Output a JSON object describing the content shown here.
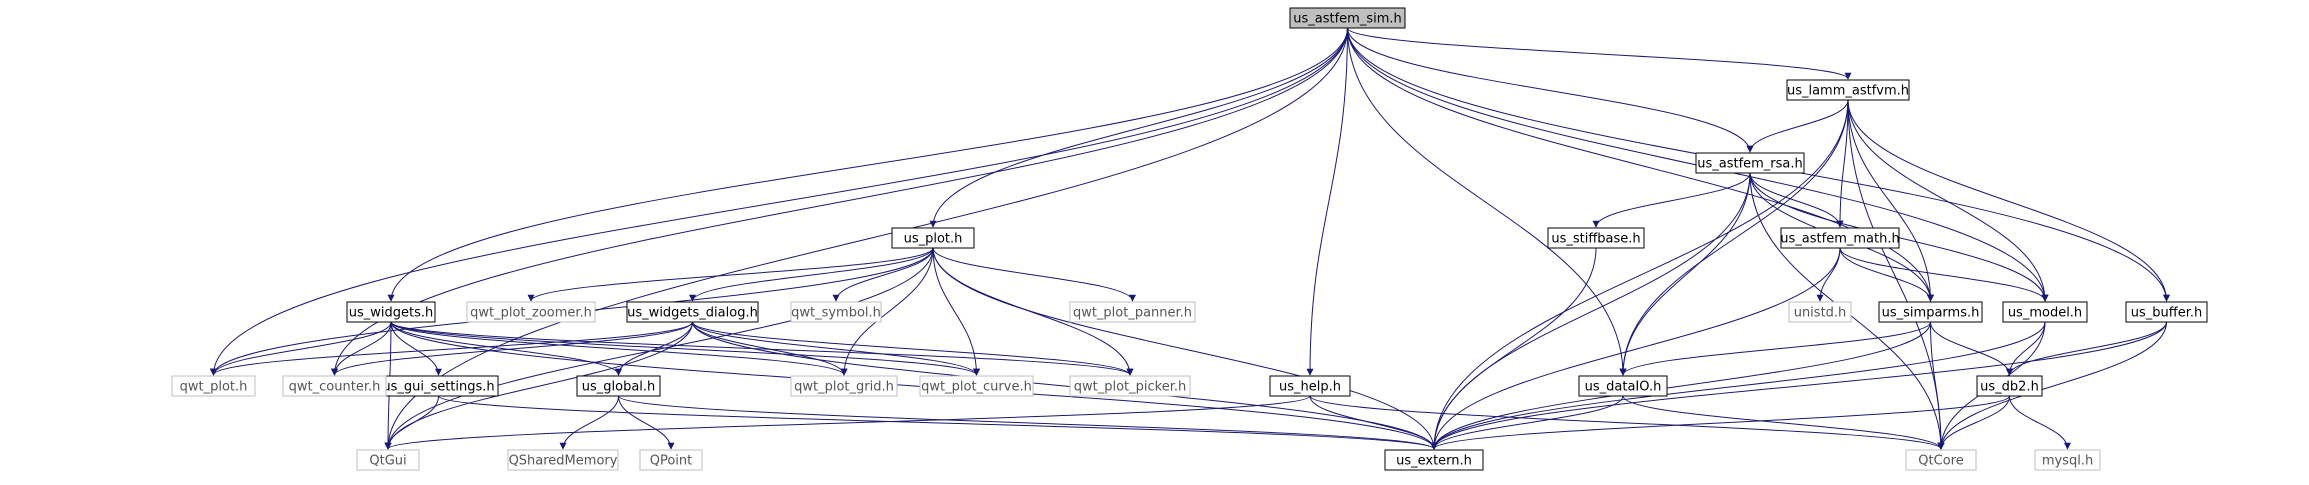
{
  "graph": {
    "root": "us_astfem_sim.h",
    "nodes": [
      {
        "id": "us_astfem_sim",
        "label": "us_astfem_sim.h",
        "kind": "root"
      },
      {
        "id": "us_lamm_astfvm",
        "label": "us_lamm_astfvm.h",
        "kind": "local"
      },
      {
        "id": "us_astfem_rsa",
        "label": "us_astfem_rsa.h",
        "kind": "local"
      },
      {
        "id": "us_stiffbase",
        "label": "us_stiffbase.h",
        "kind": "local"
      },
      {
        "id": "us_astfem_math",
        "label": "us_astfem_math.h",
        "kind": "local"
      },
      {
        "id": "unistd",
        "label": "unistd.h",
        "kind": "external"
      },
      {
        "id": "us_simparms",
        "label": "us_simparms.h",
        "kind": "local"
      },
      {
        "id": "us_model",
        "label": "us_model.h",
        "kind": "local"
      },
      {
        "id": "us_buffer",
        "label": "us_buffer.h",
        "kind": "local"
      },
      {
        "id": "us_plot",
        "label": "us_plot.h",
        "kind": "local"
      },
      {
        "id": "us_widgets",
        "label": "us_widgets.h",
        "kind": "local"
      },
      {
        "id": "qwt_plot_zoomer",
        "label": "qwt_plot_zoomer.h",
        "kind": "external"
      },
      {
        "id": "us_widgets_dialog",
        "label": "us_widgets_dialog.h",
        "kind": "local"
      },
      {
        "id": "qwt_symbol",
        "label": "qwt_symbol.h",
        "kind": "external"
      },
      {
        "id": "qwt_plot_panner",
        "label": "qwt_plot_panner.h",
        "kind": "external"
      },
      {
        "id": "us_help",
        "label": "us_help.h",
        "kind": "local"
      },
      {
        "id": "us_dataIO",
        "label": "us_dataIO.h",
        "kind": "local"
      },
      {
        "id": "us_db2",
        "label": "us_db2.h",
        "kind": "local"
      },
      {
        "id": "us_gui_settings",
        "label": "us_gui_settings.h",
        "kind": "local"
      },
      {
        "id": "us_global",
        "label": "us_global.h",
        "kind": "local"
      },
      {
        "id": "qwt_plot",
        "label": "qwt_plot.h",
        "kind": "external"
      },
      {
        "id": "qwt_counter",
        "label": "qwt_counter.h",
        "kind": "external"
      },
      {
        "id": "qwt_plot_grid",
        "label": "qwt_plot_grid.h",
        "kind": "external"
      },
      {
        "id": "qwt_plot_curve",
        "label": "qwt_plot_curve.h",
        "kind": "external"
      },
      {
        "id": "qwt_plot_picker",
        "label": "qwt_plot_picker.h",
        "kind": "external"
      },
      {
        "id": "QtGui",
        "label": "QtGui",
        "kind": "external"
      },
      {
        "id": "QSharedMemory",
        "label": "QSharedMemory",
        "kind": "external"
      },
      {
        "id": "QPoint",
        "label": "QPoint",
        "kind": "external"
      },
      {
        "id": "us_extern",
        "label": "us_extern.h",
        "kind": "local"
      },
      {
        "id": "QtCore",
        "label": "QtCore",
        "kind": "external"
      },
      {
        "id": "mysql",
        "label": "mysql.h",
        "kind": "external"
      }
    ],
    "edges": [
      [
        "us_astfem_sim",
        "QtGui"
      ],
      [
        "us_astfem_sim",
        "qwt_counter"
      ],
      [
        "us_astfem_sim",
        "qwt_plot"
      ],
      [
        "us_astfem_sim",
        "us_widgets"
      ],
      [
        "us_astfem_sim",
        "us_plot"
      ],
      [
        "us_astfem_sim",
        "us_help"
      ],
      [
        "us_astfem_sim",
        "us_dataIO"
      ],
      [
        "us_astfem_sim",
        "us_astfem_rsa"
      ],
      [
        "us_astfem_sim",
        "us_lamm_astfvm"
      ],
      [
        "us_astfem_sim",
        "us_simparms"
      ],
      [
        "us_astfem_sim",
        "us_model"
      ],
      [
        "us_astfem_sim",
        "us_buffer"
      ],
      [
        "us_lamm_astfvm",
        "us_astfem_rsa"
      ],
      [
        "us_lamm_astfvm",
        "us_astfem_math"
      ],
      [
        "us_lamm_astfvm",
        "us_simparms"
      ],
      [
        "us_lamm_astfvm",
        "us_model"
      ],
      [
        "us_lamm_astfvm",
        "us_buffer"
      ],
      [
        "us_lamm_astfvm",
        "us_extern"
      ],
      [
        "us_lamm_astfvm",
        "us_dataIO"
      ],
      [
        "us_lamm_astfvm",
        "QtCore"
      ],
      [
        "us_astfem_rsa",
        "us_stiffbase"
      ],
      [
        "us_astfem_rsa",
        "us_astfem_math"
      ],
      [
        "us_astfem_rsa",
        "us_simparms"
      ],
      [
        "us_astfem_rsa",
        "us_model"
      ],
      [
        "us_astfem_rsa",
        "us_extern"
      ],
      [
        "us_astfem_rsa",
        "us_dataIO"
      ],
      [
        "us_astfem_rsa",
        "QtCore"
      ],
      [
        "us_stiffbase",
        "us_extern"
      ],
      [
        "us_astfem_math",
        "unistd"
      ],
      [
        "us_astfem_math",
        "us_simparms"
      ],
      [
        "us_astfem_math",
        "us_model"
      ],
      [
        "us_astfem_math",
        "us_extern"
      ],
      [
        "us_simparms",
        "us_dataIO"
      ],
      [
        "us_simparms",
        "us_db2"
      ],
      [
        "us_simparms",
        "us_extern"
      ],
      [
        "us_simparms",
        "QtCore"
      ],
      [
        "us_model",
        "us_db2"
      ],
      [
        "us_model",
        "us_extern"
      ],
      [
        "us_model",
        "QtCore"
      ],
      [
        "us_buffer",
        "us_db2"
      ],
      [
        "us_buffer",
        "us_extern"
      ],
      [
        "us_buffer",
        "QtCore"
      ],
      [
        "us_db2",
        "mysql"
      ],
      [
        "us_db2",
        "us_extern"
      ],
      [
        "us_db2",
        "QtCore"
      ],
      [
        "us_dataIO",
        "us_extern"
      ],
      [
        "us_dataIO",
        "QtCore"
      ],
      [
        "us_help",
        "QtGui"
      ],
      [
        "us_help",
        "us_extern"
      ],
      [
        "us_help",
        "QtCore"
      ],
      [
        "us_plot",
        "qwt_plot_zoomer"
      ],
      [
        "us_plot",
        "us_widgets_dialog"
      ],
      [
        "us_plot",
        "qwt_symbol"
      ],
      [
        "us_plot",
        "qwt_plot_panner"
      ],
      [
        "us_plot",
        "qwt_plot"
      ],
      [
        "us_plot",
        "QtGui"
      ],
      [
        "us_plot",
        "qwt_plot_grid"
      ],
      [
        "us_plot",
        "qwt_plot_curve"
      ],
      [
        "us_plot",
        "qwt_plot_picker"
      ],
      [
        "us_plot",
        "us_extern"
      ],
      [
        "us_widgets",
        "qwt_plot"
      ],
      [
        "us_widgets",
        "qwt_counter"
      ],
      [
        "us_widgets",
        "us_gui_settings"
      ],
      [
        "us_widgets",
        "us_global"
      ],
      [
        "us_widgets",
        "qwt_plot_grid"
      ],
      [
        "us_widgets",
        "qwt_plot_curve"
      ],
      [
        "us_widgets",
        "qwt_plot_picker"
      ],
      [
        "us_widgets",
        "QtGui"
      ],
      [
        "us_widgets",
        "us_extern"
      ],
      [
        "us_widgets_dialog",
        "qwt_plot"
      ],
      [
        "us_widgets_dialog",
        "qwt_counter"
      ],
      [
        "us_widgets_dialog",
        "us_global"
      ],
      [
        "us_widgets_dialog",
        "qwt_plot_grid"
      ],
      [
        "us_widgets_dialog",
        "qwt_plot_curve"
      ],
      [
        "us_widgets_dialog",
        "qwt_plot_picker"
      ],
      [
        "us_widgets_dialog",
        "QtGui"
      ],
      [
        "us_widgets_dialog",
        "us_extern"
      ],
      [
        "us_gui_settings",
        "QtGui"
      ],
      [
        "us_gui_settings",
        "us_extern"
      ],
      [
        "us_global",
        "QSharedMemory"
      ],
      [
        "us_global",
        "QPoint"
      ],
      [
        "us_global",
        "us_extern"
      ]
    ]
  },
  "colors": {
    "edge": "#191970",
    "root_fill": "#bfbfbf",
    "local_border": "#000000",
    "external_border": "#bfbfbf",
    "text": "#000000",
    "external_text": "#555555"
  }
}
